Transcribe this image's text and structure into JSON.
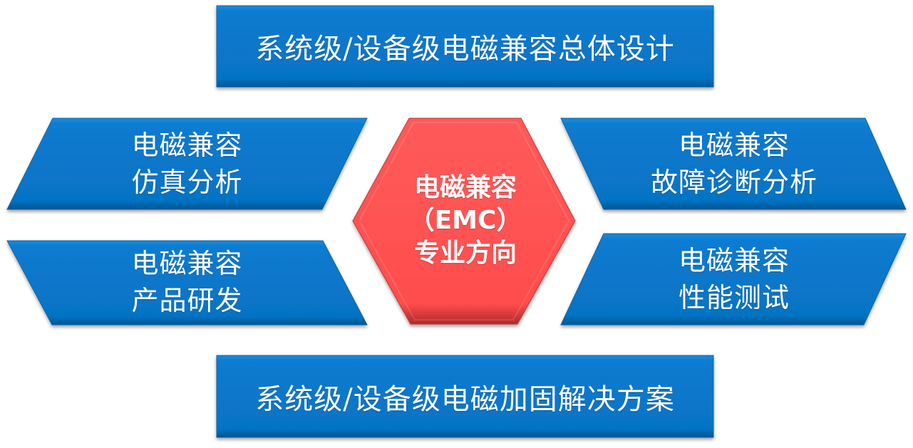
{
  "colors": {
    "blue": "#0877CC",
    "blue_dark": "#05558F",
    "red": "#FF4F4F",
    "red_dark": "#B02A2A",
    "text": "#FFFFFF"
  },
  "top_banner": {
    "text": "系统级/设备级电磁兼容总体设计"
  },
  "bottom_banner": {
    "text": "系统级/设备级电磁加固解决方案"
  },
  "center": {
    "line1": "电磁兼容",
    "line2": "（EMC）",
    "line3": "专业方向"
  },
  "left_top": {
    "line1": "电磁兼容",
    "line2": "仿真分析"
  },
  "left_bottom": {
    "line1": "电磁兼容",
    "line2": "产品研发"
  },
  "right_top": {
    "line1": "电磁兼容",
    "line2": "故障诊断分析"
  },
  "right_bottom": {
    "line1": "电磁兼容",
    "line2": "性能测试"
  }
}
